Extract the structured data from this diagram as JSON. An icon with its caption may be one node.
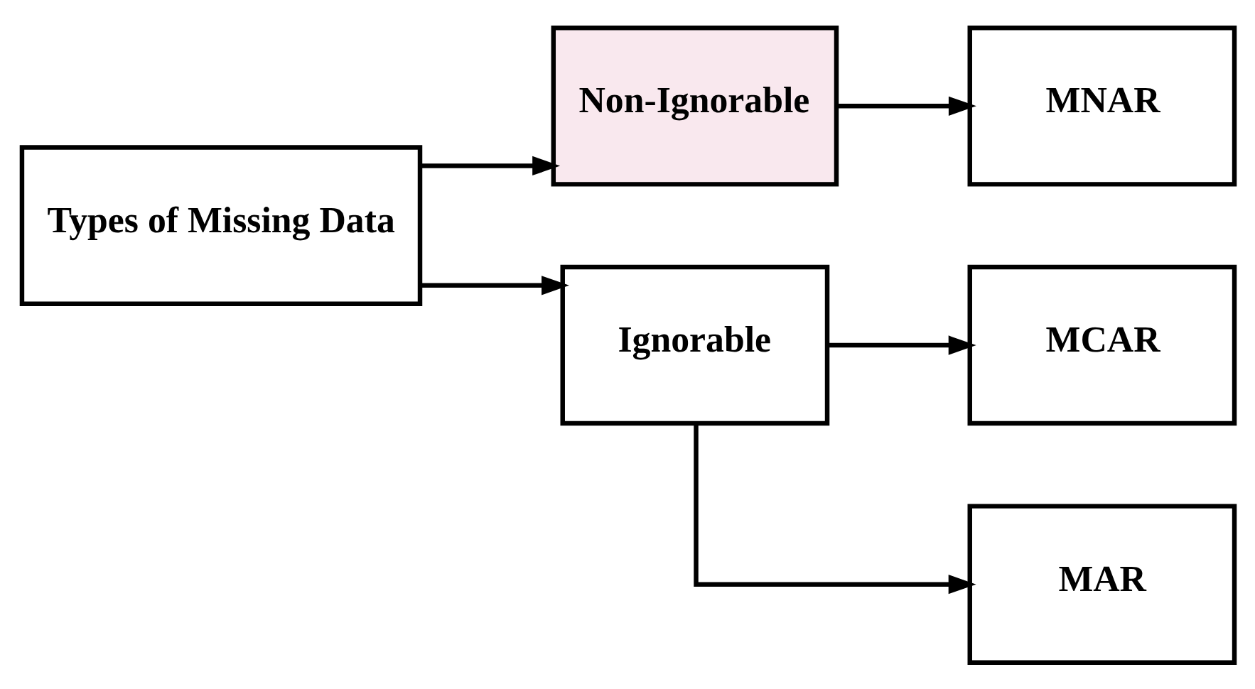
{
  "diagram": {
    "nodes": [
      {
        "text": [
          "Types of Missing Data"
        ]
      },
      {
        "text": [
          "Non-Ignorable"
        ]
      },
      {
        "text": [
          "Ignorable"
        ]
      },
      {
        "text": [
          "MNAR"
        ]
      },
      {
        "text": [
          "MCAR"
        ]
      },
      {
        "text": [
          "MAR"
        ]
      }
    ],
    "edges": [
      {
        "from": 0,
        "to": 1,
        "arrow": "to"
      },
      {
        "from": 0,
        "to": 2,
        "arrow": "to"
      },
      {
        "from": 1,
        "to": 3,
        "arrow": "to"
      },
      {
        "from": 2,
        "to": 4,
        "arrow": "to"
      },
      {
        "from": 2,
        "to": 5,
        "arrow": "to"
      }
    ]
  }
}
